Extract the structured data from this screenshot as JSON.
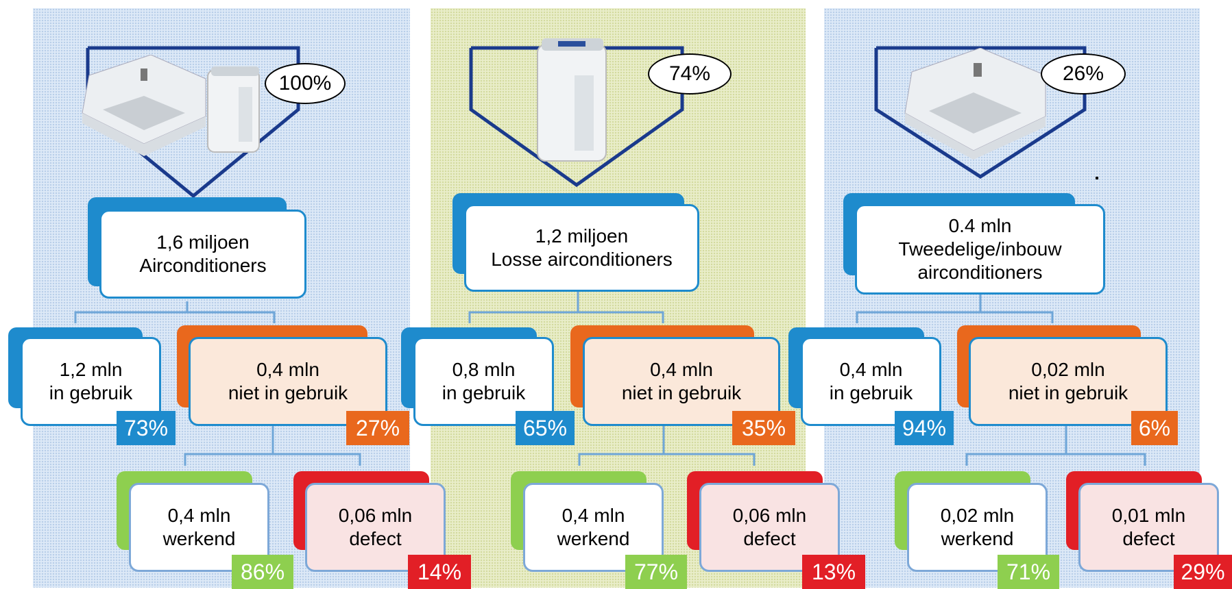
{
  "columns": [
    {
      "id": "all",
      "share": "100%",
      "main": {
        "line1": "1,6 miljoen",
        "line2": "Airconditioners"
      },
      "in_use": {
        "line1": "1,2 mln",
        "line2": "in gebruik",
        "pct": "73%"
      },
      "not_in_use": {
        "line1": "0,4 mln",
        "line2": "niet in gebruik",
        "pct": "27%"
      },
      "working": {
        "line1": "0,4 mln",
        "line2": "werkend",
        "pct": "86%"
      },
      "defect": {
        "line1": "0,06 mln",
        "line2": "defect",
        "pct": "14%"
      }
    },
    {
      "id": "portable",
      "share": "74%",
      "main": {
        "line1": "1,2 miljoen",
        "line2": "Losse airconditioners"
      },
      "in_use": {
        "line1": "0,8 mln",
        "line2": "in gebruik",
        "pct": "65%"
      },
      "not_in_use": {
        "line1": "0,4 mln",
        "line2": "niet in gebruik",
        "pct": "35%"
      },
      "working": {
        "line1": "0,4 mln",
        "line2": "werkend",
        "pct": "77%"
      },
      "defect": {
        "line1": "0,06 mln",
        "line2": "defect",
        "pct": "13%"
      }
    },
    {
      "id": "split",
      "share": "26%",
      "main": {
        "line1": "0.4 mln",
        "line2": "Tweedelige/inbouw",
        "line3": "airconditioners"
      },
      "in_use": {
        "line1": "0,4 mln",
        "line2": "in gebruik",
        "pct": "94%"
      },
      "not_in_use": {
        "line1": "0,02 mln",
        "line2": "niet in gebruik",
        "pct": "6%"
      },
      "working": {
        "line1": "0,02 mln",
        "line2": "werkend",
        "pct": "71%"
      },
      "defect": {
        "line1": "0,01 mln",
        "line2": "defect",
        "pct": "29%"
      }
    }
  ],
  "colors": {
    "blue": "#1e8bcd",
    "orange": "#e9681d",
    "green": "#8ecf4f",
    "red": "#e21f26",
    "shield": "#1a3a8c"
  },
  "icons": [
    "cassette-ac-icon",
    "portable-ac-icon"
  ]
}
